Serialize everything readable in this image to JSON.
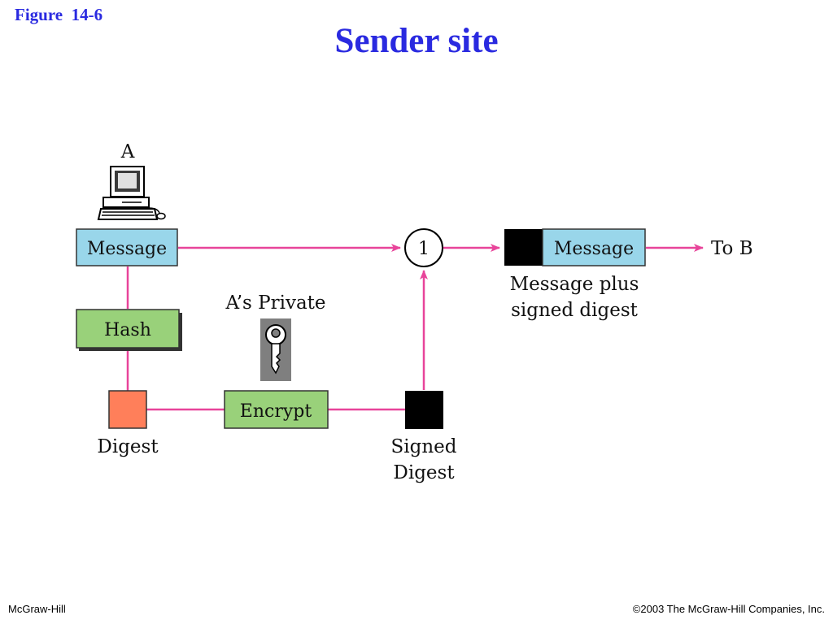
{
  "figure_label": "Figure  14-6",
  "title": "Sender site",
  "nodes": {
    "computer_label": "A",
    "message_box": "Message",
    "hash_box": "Hash",
    "digest_label": "Digest",
    "key_label": "A’s Private",
    "encrypt_box": "Encrypt",
    "signed_digest_label": [
      "Signed",
      "Digest"
    ],
    "combiner_symbol": "1",
    "output_message_box": "Message",
    "output_caption": [
      "Message plus",
      "signed digest"
    ],
    "destination": "To B"
  },
  "colors": {
    "title": "#2a2ae0",
    "arrow": "#e8449a",
    "message_fill": "#99d6ea",
    "process_fill": "#99d17a",
    "digest_fill": "#ff7f5a",
    "signed_fill": "#000000",
    "key_bg": "#7f7f7f"
  },
  "footer": {
    "publisher": "McGraw-Hill",
    "copyright": "©2003 The McGraw-Hill Companies, Inc."
  }
}
